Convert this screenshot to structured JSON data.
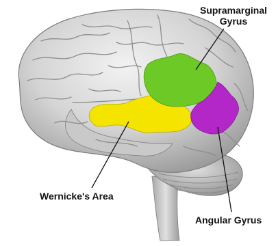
{
  "labels": {
    "supramarginal_line1": "Supramarginal",
    "supramarginal_line2": "Gyrus",
    "wernicke": "Wernicke's Area",
    "angular": "Angular Gyrus"
  },
  "colors": {
    "supramarginal": "#6cc926",
    "wernicke": "#f5e400",
    "angular": "#b326c8",
    "brain": "#d6d6d6",
    "text": "#111111"
  }
}
